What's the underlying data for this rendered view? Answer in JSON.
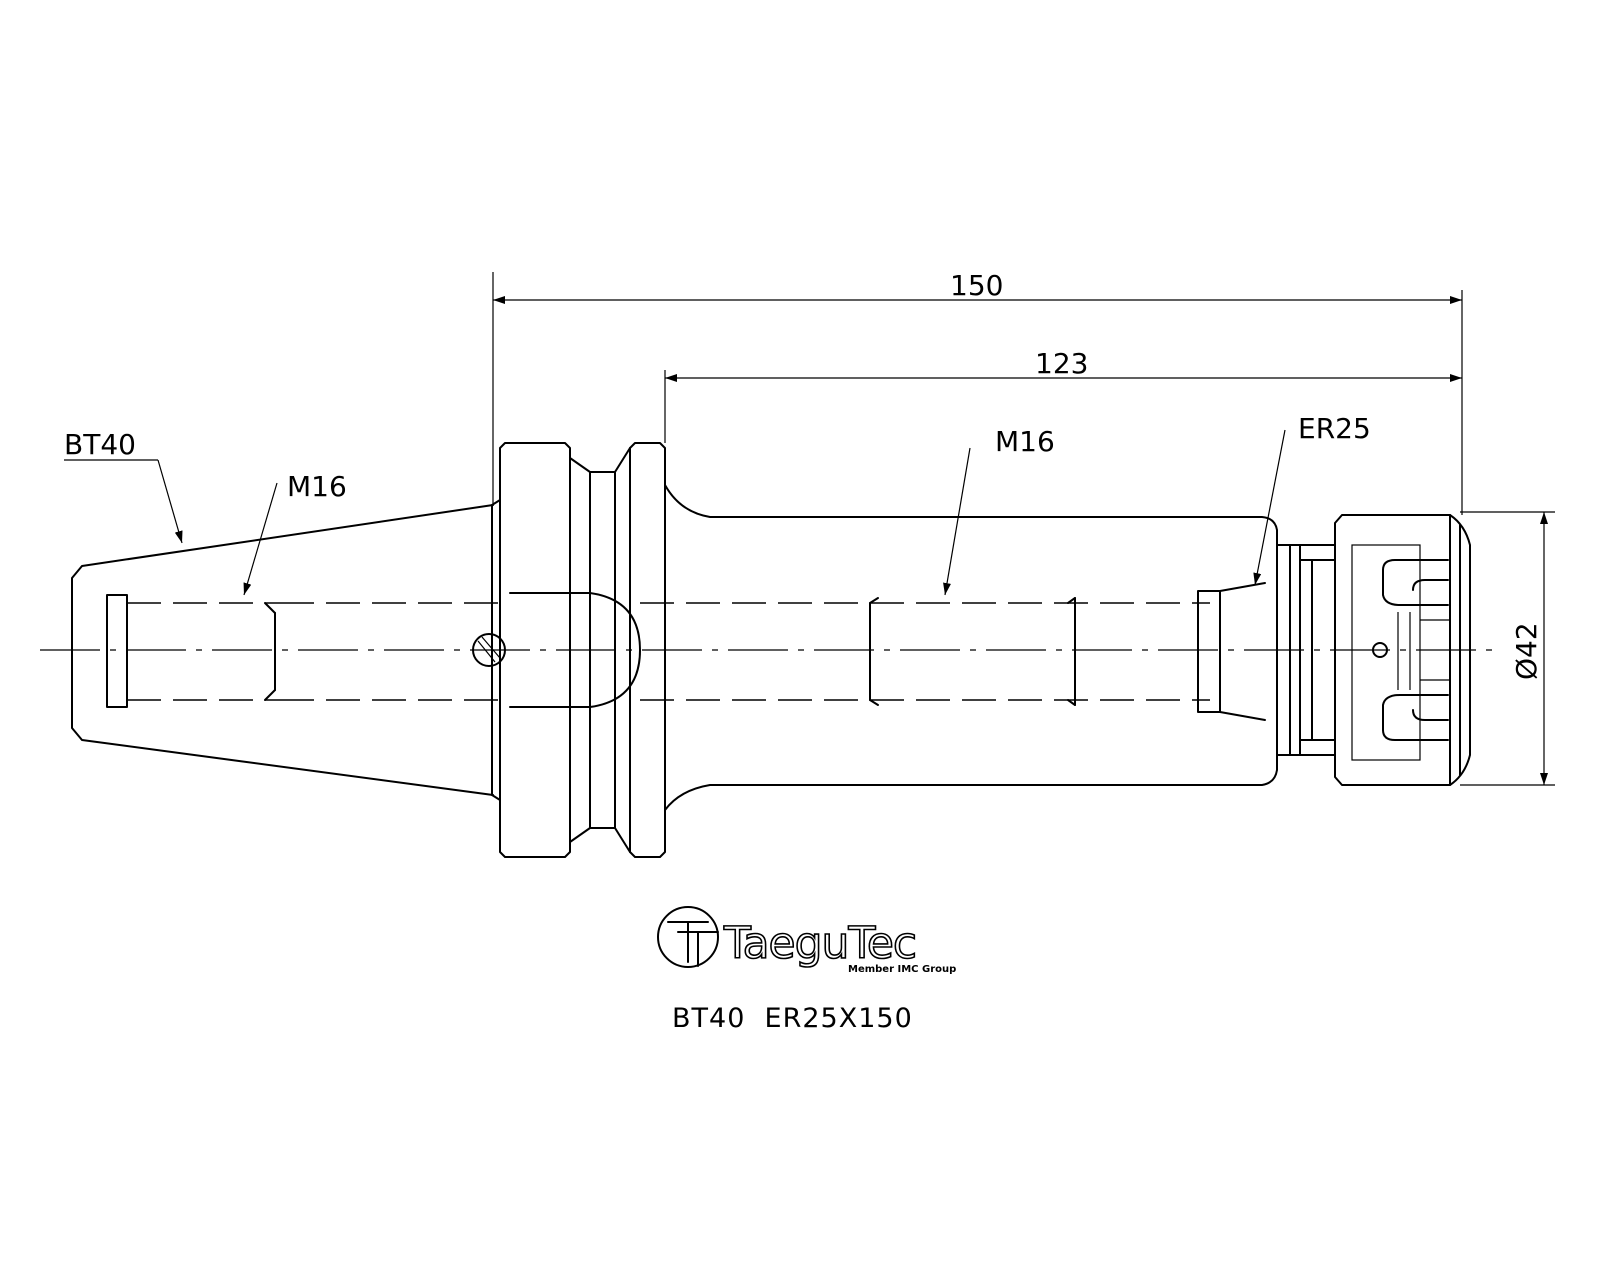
{
  "dimensions": {
    "overall_length": "150",
    "shank_length": "123",
    "diameter": "Ø42"
  },
  "callouts": {
    "taper": "BT40",
    "thread_left": "M16",
    "thread_right": "M16",
    "collet": "ER25"
  },
  "logo": {
    "brand": "TaeguTec",
    "tagline": "Member IMC Group"
  },
  "caption": "BT40  ER25X150"
}
